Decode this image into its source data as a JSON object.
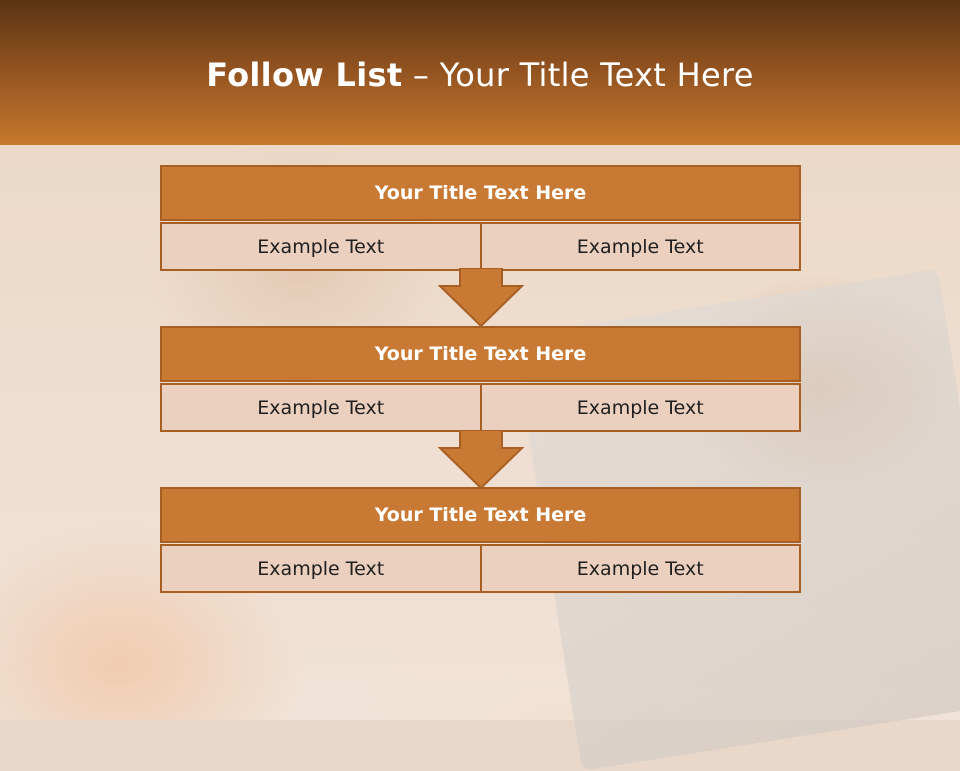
{
  "slide": {
    "title_bold": "Follow List",
    "title_rest": " – Your Title Text Here"
  },
  "blocks": [
    {
      "title": "Your Title Text Here",
      "cells": [
        "Example Text",
        "Example Text"
      ]
    },
    {
      "title": "Your Title Text Here",
      "cells": [
        "Example Text",
        "Example Text"
      ]
    },
    {
      "title": "Your Title Text Here",
      "cells": [
        "Example Text",
        "Example Text"
      ]
    }
  ],
  "colors": {
    "header_dark": "#5a3413",
    "header_light": "#c7782d",
    "block_title_fill": "#c87a34",
    "block_border": "#a85f23",
    "cell_fill": "#ebcfbf"
  }
}
